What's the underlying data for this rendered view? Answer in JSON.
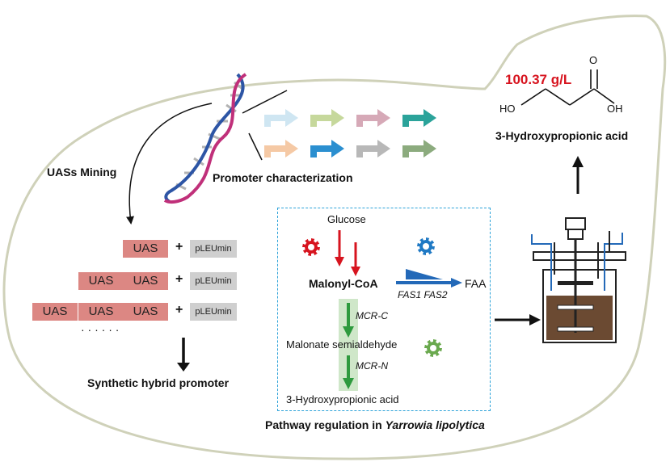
{
  "labels": {
    "uas_mining": "UASs Mining",
    "promoter_characterization": "Promoter characterization",
    "synthetic_hybrid_promoter": "Synthetic hybrid promoter",
    "pathway_regulation_prefix": "Pathway regulation in ",
    "pathway_regulation_organism": "Yarrowia lipolytica",
    "product_name": "3-Hydroxypropionic acid",
    "titer": "100.37 g/L",
    "ellipsis": "· · · · · ·"
  },
  "constructs": {
    "uas_label": "UAS",
    "promoter_label": "pLEUmin",
    "plus": "+",
    "rows": [
      1,
      2,
      3
    ]
  },
  "pathway": {
    "glucose": "Glucose",
    "malonyl_coa": "Malonyl-CoA",
    "faa": "FAA",
    "fas_enzymes": "FAS1 FAS2",
    "mcr_c": "MCR-C",
    "malonate_semialdehyde": "Malonate semialdehyde",
    "mcr_n": "MCR-N",
    "hp_acid": "3-Hydroxypropionic acid"
  },
  "structure": {
    "oxygen": "O",
    "ho": "HO",
    "oh": "OH"
  },
  "colors": {
    "titer_red": "#d7141f",
    "uas_block": "#dc8783",
    "promoter_block": "#cfcfcf",
    "gear_red": "#d7141f",
    "gear_blue": "#1f79c4",
    "gear_green": "#6aa94e",
    "pathway_box": "#2ea3d9",
    "mcr_bar": "#cfe7c9",
    "mcr_arrow": "#2e9a3e",
    "fas_arrow": "#2369b8",
    "broth": "#6b4a32",
    "dna_blue": "#2d55a5",
    "dna_magenta": "#c0307a",
    "promoter_arrows": [
      "#cfe6f2",
      "#c6d89c",
      "#d6a9b7",
      "#2ba39a",
      "#f5c9a5",
      "#2b8fd0",
      "#b8b8b8",
      "#8cab7e"
    ]
  },
  "icons": [
    "gear-icon-red",
    "gear-icon-blue",
    "gear-icon-green",
    "dna-helix-icon",
    "bioreactor-icon",
    "promoter-arrow-icon"
  ]
}
